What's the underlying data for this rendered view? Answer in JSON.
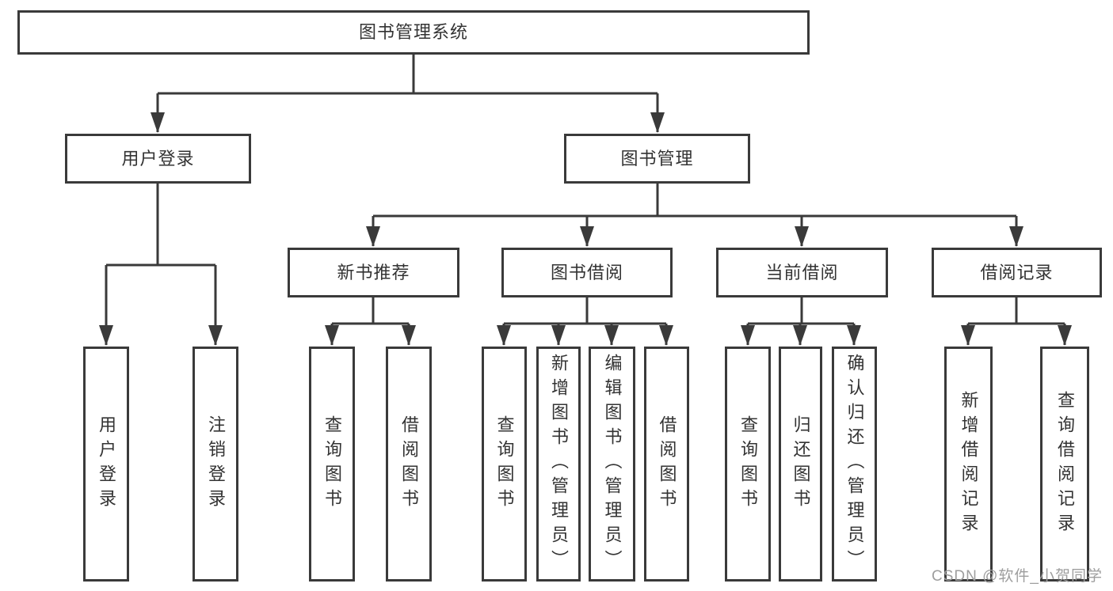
{
  "palette": {
    "line": "#3a3a3a",
    "text": "#333333",
    "box_fill": "#ffffff",
    "background": "#ffffff",
    "watermark": "#9e9e9e"
  },
  "watermark": "CSDN @软件_小贺同学",
  "tree": {
    "root": {
      "label": "图书管理系统"
    },
    "level2": [
      {
        "label": "用户登录",
        "leaves": [
          "用户登录",
          "注销登录"
        ]
      },
      {
        "label": "图书管理",
        "sections": [
          {
            "label": "新书推荐",
            "leaves": [
              "查询图书",
              "借阅图书"
            ]
          },
          {
            "label": "图书借阅",
            "leaves": [
              "查询图书",
              "新增图书（管理员）",
              "编辑图书（管理员）",
              "借阅图书"
            ]
          },
          {
            "label": "当前借阅",
            "leaves": [
              "查询图书",
              "归还图书",
              "确认归还（管理员）"
            ]
          },
          {
            "label": "借阅记录",
            "leaves": [
              "新增借阅记录",
              "查询借阅记录"
            ]
          }
        ]
      }
    ]
  }
}
